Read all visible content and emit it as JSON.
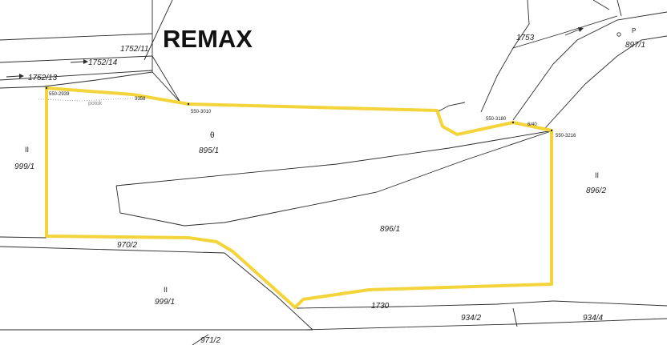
{
  "logo": {
    "text": "REMAX"
  },
  "parcels": {
    "p1752_11": "1752/11",
    "p1752_14": "1752/14",
    "p1752_13": "1752/13",
    "p1753": "1753",
    "p897_1": "897/1",
    "p999_1_top": "999/1",
    "p895_1": "895/1",
    "p896_2": "896/2",
    "p896_1": "896/1",
    "p970_2": "970/2",
    "p999_1_bottom": "999/1",
    "p1730": "1730",
    "p934_2": "934/2",
    "p934_4": "934/4",
    "p971_2": "971/2"
  },
  "stream": {
    "label": "potok"
  },
  "points": {
    "pt_2939": "550-2939",
    "pt_3358": "3358",
    "pt_3010": "550-3010",
    "pt_3180": "550-3180",
    "pt_3216": "550-3216",
    "pt_small": "6/40"
  },
  "symbols": {
    "land_use_ii_1": "II",
    "land_use_ii_2": "II",
    "land_use_ii_3": "II",
    "building_mark": "θ",
    "p_mark": "P"
  },
  "colors": {
    "boundary": "#f3d43b",
    "lines": "#2a2a2a",
    "background": "#ffffff"
  }
}
